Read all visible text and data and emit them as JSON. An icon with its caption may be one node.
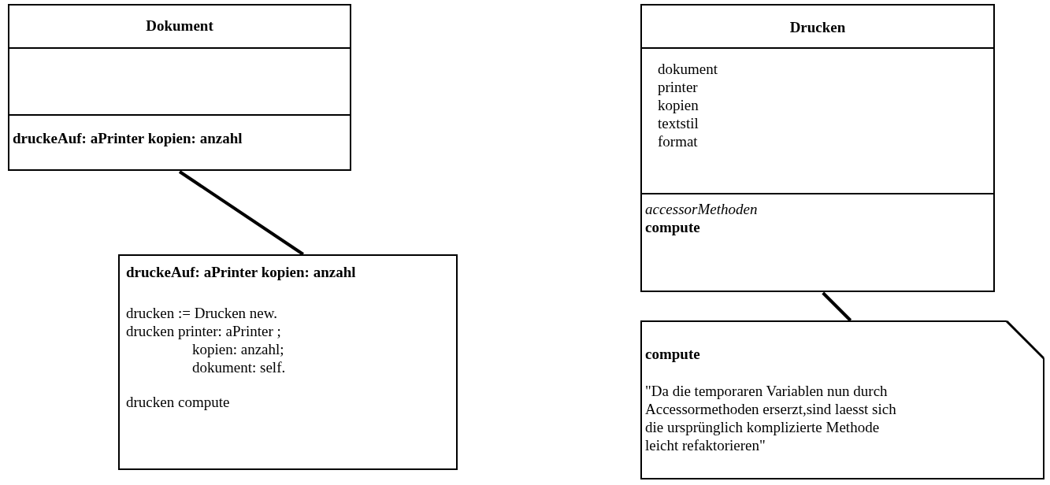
{
  "diagram": {
    "nodes": [
      {
        "text": [
          "Dokument",
          "druckeAuf: aPrinter kopien: anzahl"
        ]
      },
      {
        "text": [
          "druckeAuf: aPrinter kopien: anzahl",
          "drucken := Drucken new.",
          "drucken printer: aPrinter ;",
          "kopien: anzahl;",
          "dokument: self.",
          "drucken compute"
        ]
      },
      {
        "text": [
          "Drucken",
          "dokument",
          "printer",
          "kopien",
          "textstil",
          "format",
          "accessorMethoden",
          "compute"
        ]
      },
      {
        "text": [
          "compute",
          "\"Da die temporaren Variablen nun durch Accessormethoden erserzt,sind laesst sich die ursprünglich komplizierte Methode leicht refaktorieren\""
        ]
      }
    ],
    "edges": [
      {
        "from": 0,
        "to": 1,
        "arrow": "none"
      },
      {
        "from": 2,
        "to": 3,
        "arrow": "none"
      }
    ]
  }
}
